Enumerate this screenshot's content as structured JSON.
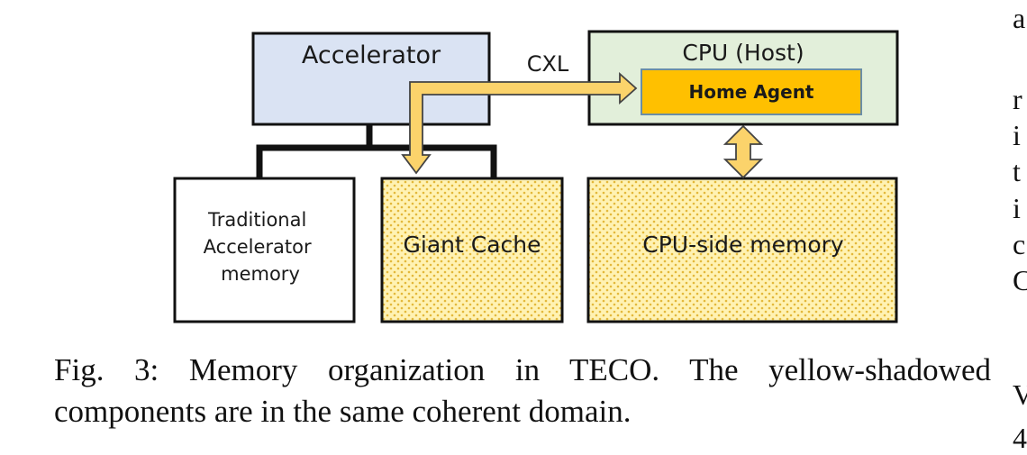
{
  "diagram": {
    "accelerator": {
      "label": "Accelerator"
    },
    "cpu_host": {
      "label": "CPU (Host)"
    },
    "home_agent": {
      "label": "Home Agent"
    },
    "cxl_link": {
      "label": "CXL"
    },
    "traditional_memory": {
      "lines": [
        "Traditional",
        "Accelerator",
        "memory"
      ]
    },
    "giant_cache": {
      "label": "Giant Cache"
    },
    "cpu_side_memory": {
      "label": "CPU-side memory"
    },
    "colors": {
      "accelerator_fill": "#dae3f3",
      "cpu_host_fill": "#e2efda",
      "home_agent_fill": "#ffc000",
      "coherent_fill": "#fff2b3",
      "arrow_fill": "#fbd36b"
    }
  },
  "caption": {
    "line1": "Fig. 3: Memory organization in TECO. The yellow-shadowed",
    "line2": "components are in the same coherent domain."
  },
  "margin_letters": [
    "a",
    "r",
    "i",
    "t",
    "i",
    "c",
    "C",
    "V",
    "4"
  ]
}
